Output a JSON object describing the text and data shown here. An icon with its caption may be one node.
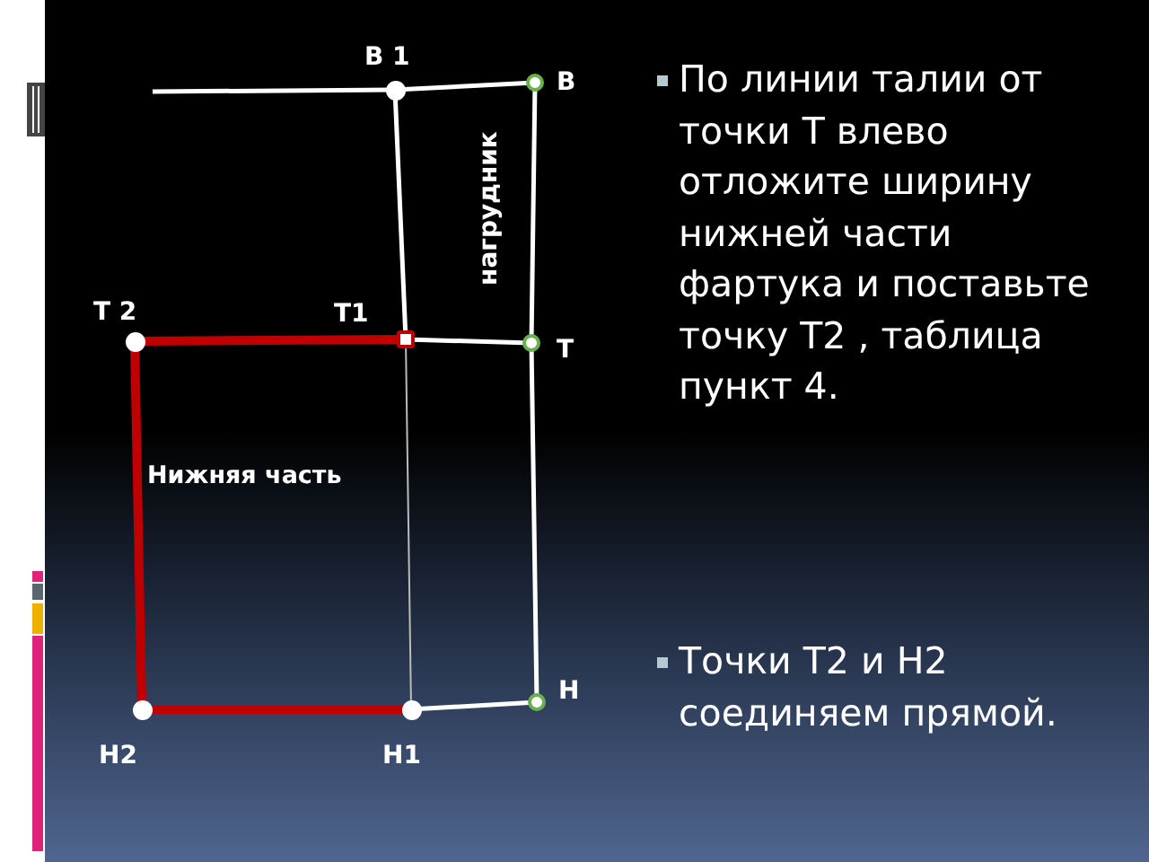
{
  "diagram": {
    "nodes": [
      {
        "text": [
          "В 1"
        ]
      },
      {
        "text": [
          "В"
        ]
      },
      {
        "text": [
          "Т 2"
        ]
      },
      {
        "text": [
          "Т1"
        ]
      },
      {
        "text": [
          "Т"
        ]
      },
      {
        "text": [
          "Н2"
        ]
      },
      {
        "text": [
          "Н1"
        ]
      },
      {
        "text": [
          "Н"
        ]
      }
    ],
    "edges": [
      {
        "from": null,
        "to": 0,
        "arrow": "none"
      },
      {
        "from": 0,
        "to": 1,
        "arrow": "none"
      },
      {
        "from": 0,
        "to": 3,
        "arrow": "none"
      },
      {
        "from": 1,
        "to": 4,
        "arrow": "none"
      },
      {
        "from": 3,
        "to": 4,
        "arrow": "none"
      },
      {
        "from": 2,
        "to": 3,
        "arrow": "none",
        "style": "thick",
        "color": "#c00000"
      },
      {
        "from": 2,
        "to": 5,
        "arrow": "none",
        "style": "thick",
        "color": "#c00000"
      },
      {
        "from": 3,
        "to": 6,
        "arrow": "none",
        "color": "#bbbbbb"
      },
      {
        "from": 5,
        "to": 6,
        "arrow": "none",
        "style": "thick",
        "color": "#c00000"
      },
      {
        "from": 4,
        "to": 7,
        "arrow": "none"
      },
      {
        "from": 6,
        "to": 7,
        "arrow": "none"
      }
    ],
    "labels": [
      "нагрудник",
      "Нижняя часть",
      "По линии талии от точки Т влево отложите ширину нижней части фартука и поставьте точку Т2 , таблица пункт 4.",
      "Точки Т2 и Н2 соединяем прямой."
    ]
  }
}
